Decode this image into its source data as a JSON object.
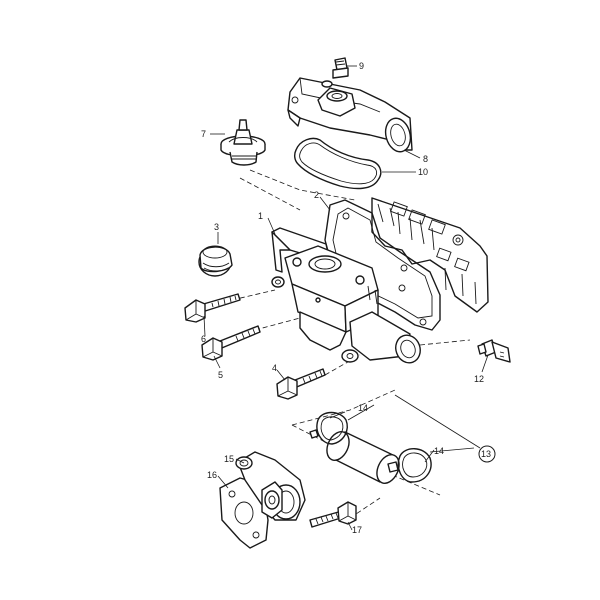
{
  "callouts": [
    {
      "id": "1",
      "label": "1"
    },
    {
      "id": "2",
      "label": "2"
    },
    {
      "id": "3",
      "label": "3"
    },
    {
      "id": "4",
      "label": "4"
    },
    {
      "id": "5",
      "label": "5"
    },
    {
      "id": "6",
      "label": "6"
    },
    {
      "id": "7",
      "label": "7"
    },
    {
      "id": "8",
      "label": "8"
    },
    {
      "id": "9",
      "label": "9"
    },
    {
      "id": "10",
      "label": "10"
    },
    {
      "id": "12",
      "label": "12"
    },
    {
      "id": "13",
      "label": "13"
    },
    {
      "id": "14a",
      "label": "14"
    },
    {
      "id": "14b",
      "label": "14"
    },
    {
      "id": "15",
      "label": "15"
    },
    {
      "id": "16",
      "label": "16"
    },
    {
      "id": "17",
      "label": "17"
    }
  ]
}
